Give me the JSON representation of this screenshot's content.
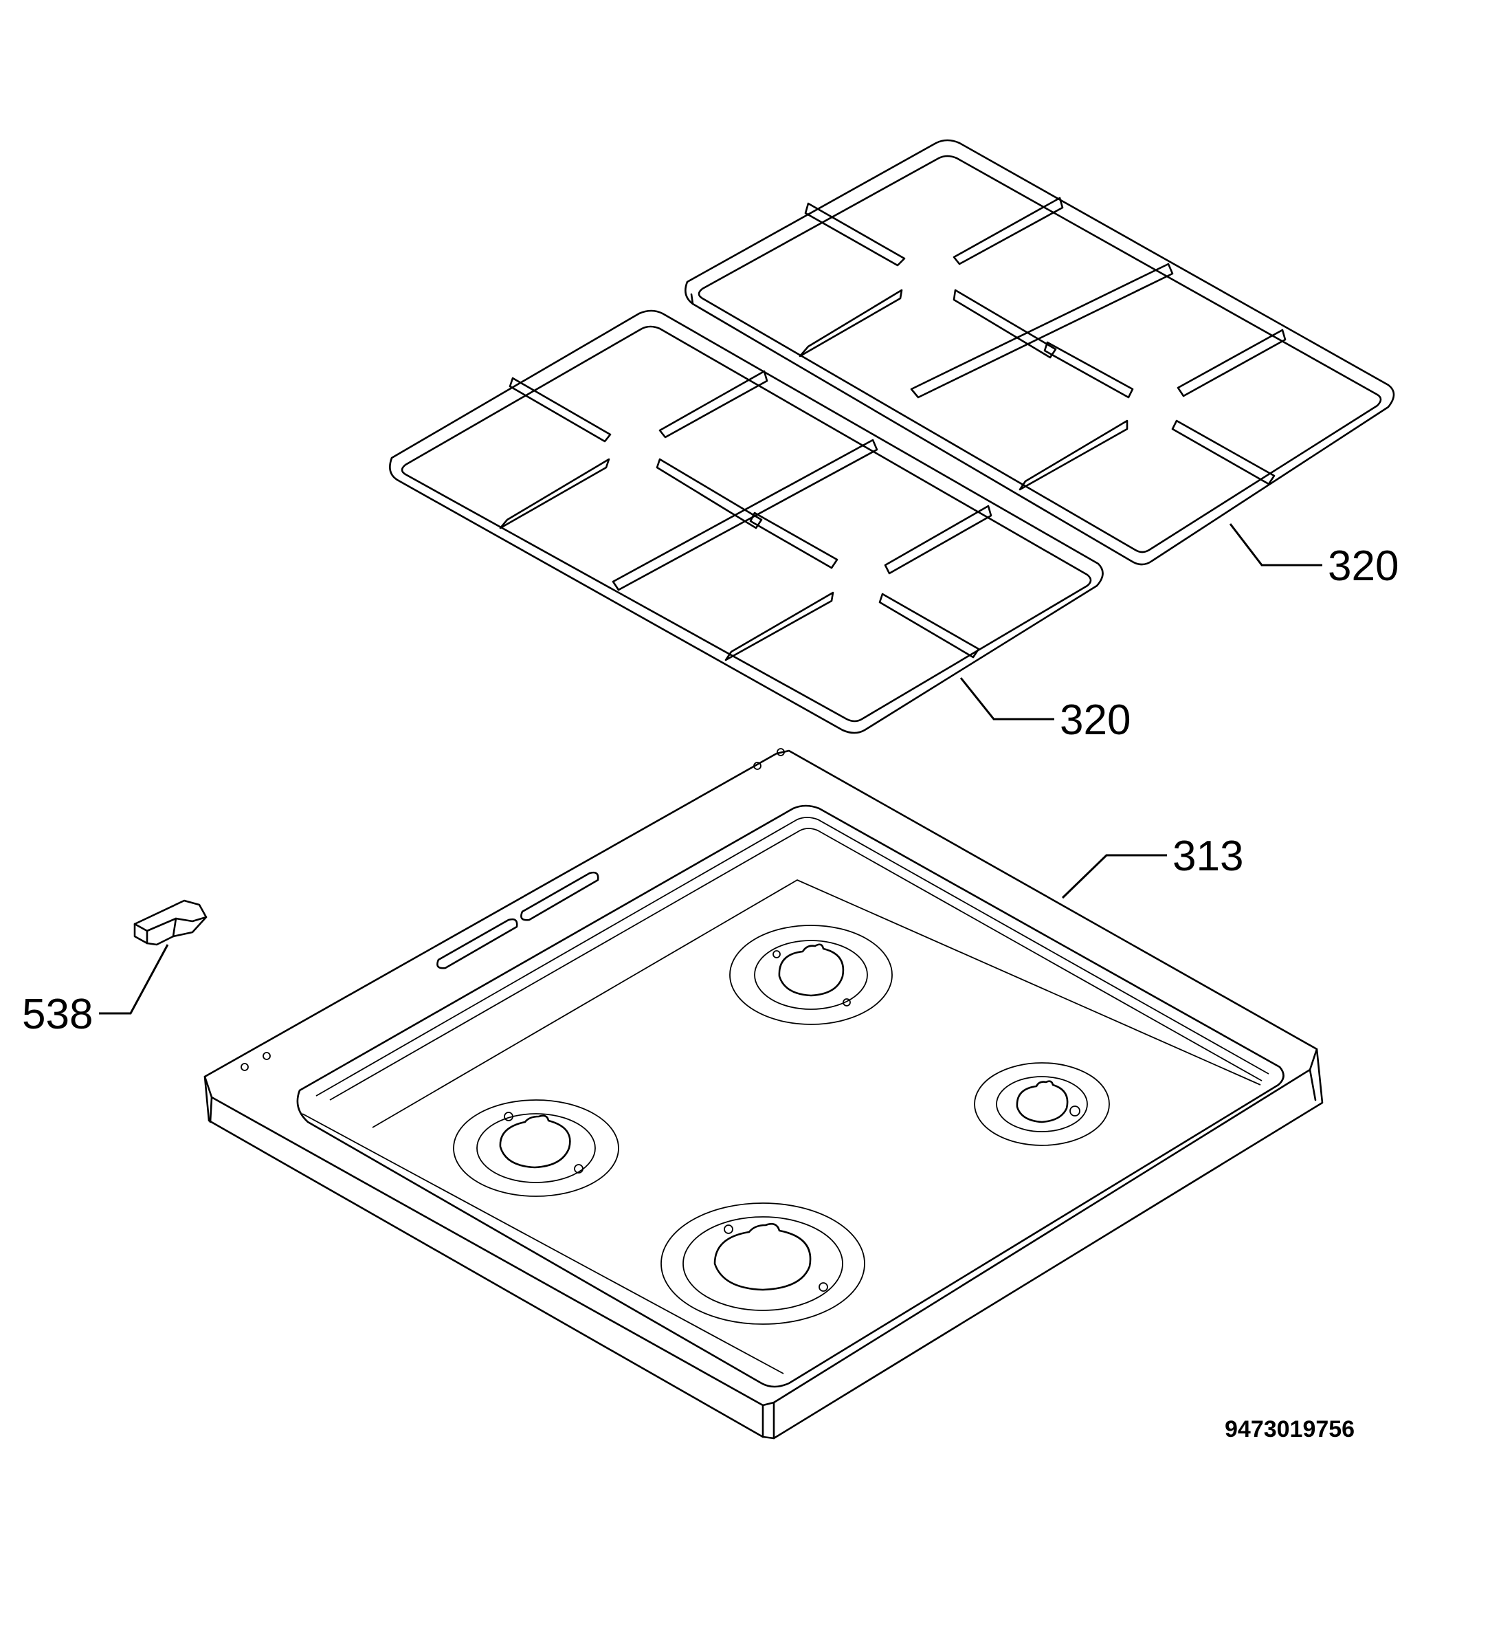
{
  "callouts": {
    "grate_right": "320",
    "grate_left": "320",
    "hob_top": "313",
    "clip": "538"
  },
  "diagram_code": "9473019756",
  "icons": {
    "grate": "pan-support-grate-icon",
    "hob": "hob-top-panel-icon",
    "clip": "fixing-clip-icon"
  }
}
